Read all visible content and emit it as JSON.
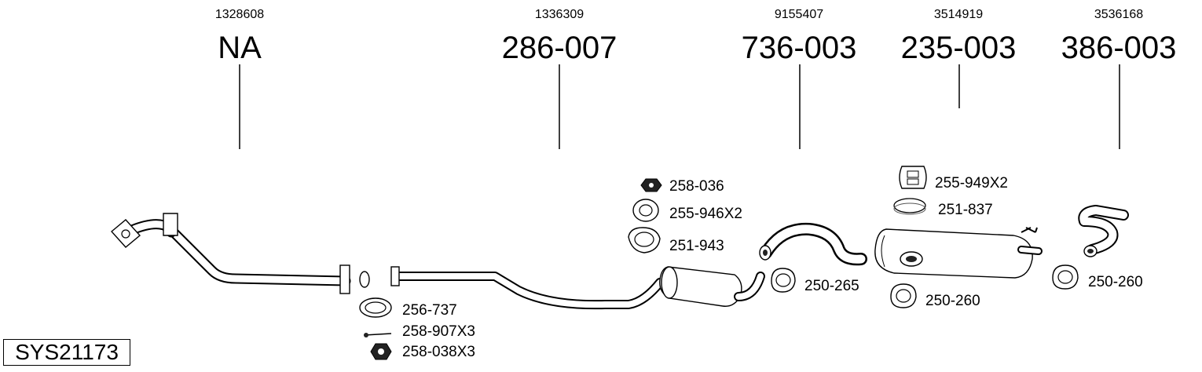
{
  "system_code": "SYS21173",
  "columns": [
    {
      "oe_number": "1328608",
      "part_number": "NA"
    },
    {
      "oe_number": "1336309",
      "part_number": "286-007"
    },
    {
      "oe_number": "9155407",
      "part_number": "736-003"
    },
    {
      "oe_number": "3514919",
      "part_number": "235-003"
    },
    {
      "oe_number": "3536168",
      "part_number": "386-003"
    }
  ],
  "accessories": {
    "front": [
      "256-737",
      "258-907X3",
      "258-038X3"
    ],
    "middle": [
      "258-036",
      "255-946X2",
      "251-943"
    ],
    "intermediate": [
      "250-265"
    ],
    "rear_top": [
      "255-949X2",
      "251-837"
    ],
    "rear_bottom": [
      "250-260"
    ],
    "tail": [
      "250-260"
    ]
  }
}
